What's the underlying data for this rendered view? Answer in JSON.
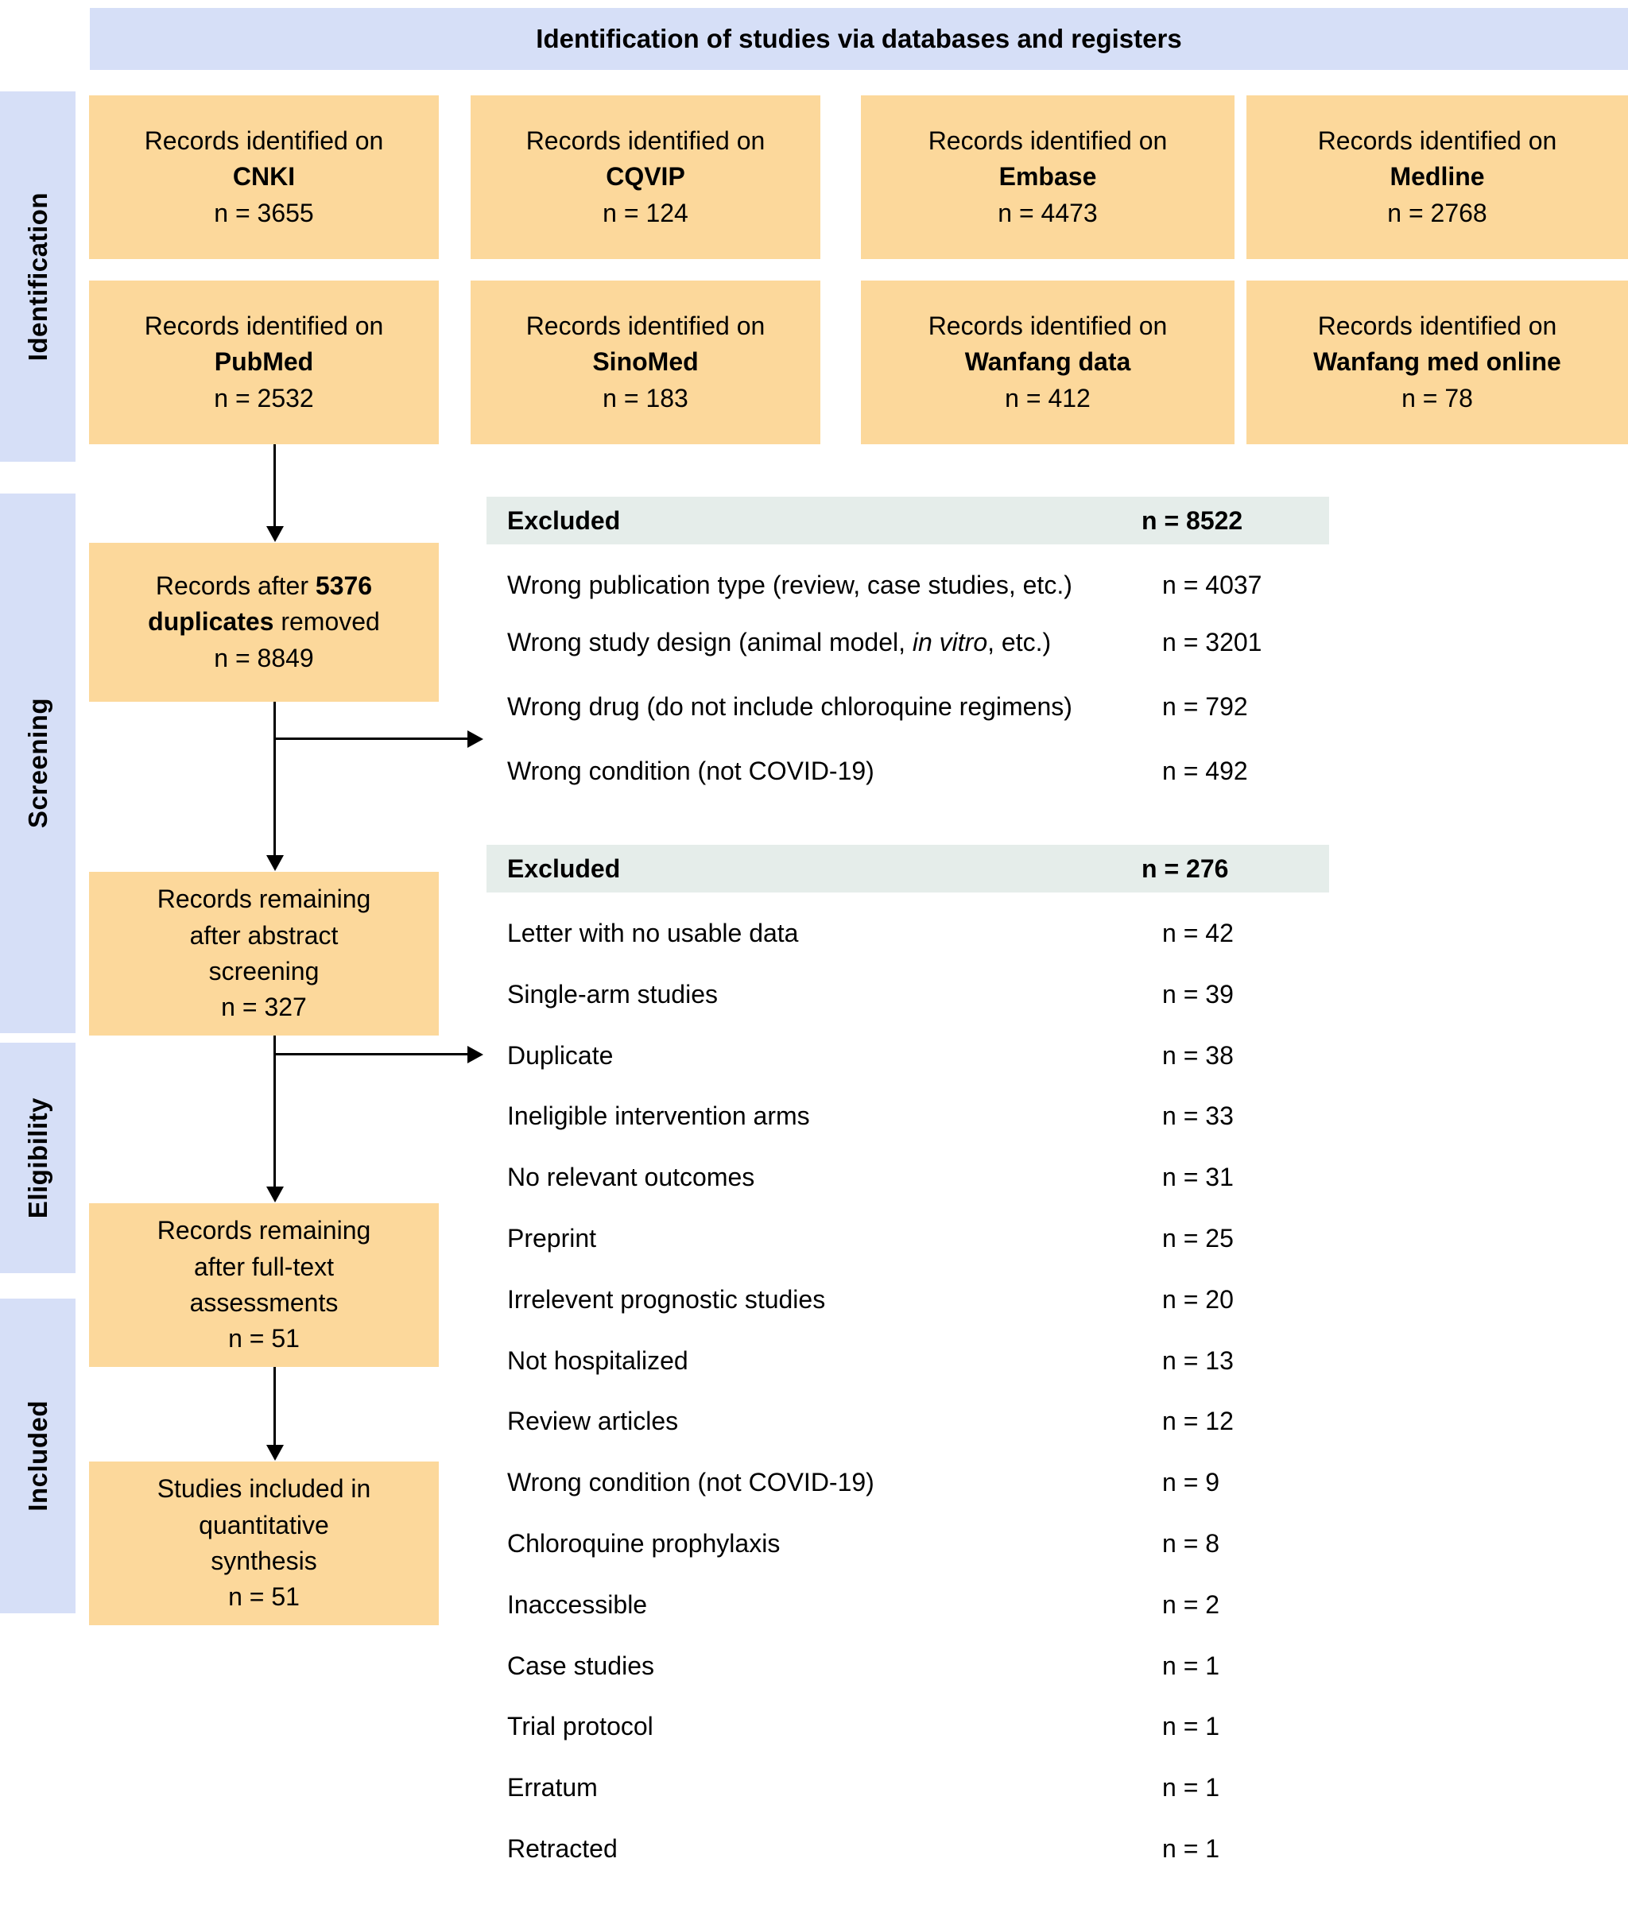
{
  "banner": {
    "title": "Identification of studies via databases and registers"
  },
  "stages": [
    {
      "key": "identification",
      "label": "Identification"
    },
    {
      "key": "screening",
      "label": "Screening"
    },
    {
      "key": "eligibility",
      "label": "Eligibility"
    },
    {
      "key": "included",
      "label": "Included"
    }
  ],
  "colors": {
    "stage_rail": "#D6DFF7",
    "banner": "#D6DFF7",
    "record_box": "#FCD89B",
    "excluded_header": "#E5EDEA",
    "connector": "#000000",
    "text": "#000000"
  },
  "sources": [
    {
      "prefix": "Records identified on",
      "name": "CNKI",
      "n": "n = 3655"
    },
    {
      "prefix": "Records identified on",
      "name": "CQVIP",
      "n": "n = 124"
    },
    {
      "prefix": "Records identified on",
      "name": "Embase",
      "n": "n = 4473"
    },
    {
      "prefix": "Records identified on",
      "name": "Medline",
      "n": "n = 2768"
    },
    {
      "prefix": "Records identified on",
      "name": "PubMed",
      "n": "n = 2532"
    },
    {
      "prefix": "Records identified on",
      "name": "SinoMed",
      "n": "n = 183"
    },
    {
      "prefix": "Records identified on",
      "name": "Wanfang data",
      "n": "n = 412"
    },
    {
      "prefix": "Records identified on",
      "name": "Wanfang med online",
      "n": "n = 78"
    }
  ],
  "flow": {
    "duplicates": {
      "line1_a": "Records after ",
      "line1_b": "5376",
      "line2_a": "duplicates",
      "line2_b": " removed",
      "n": "n = 8849"
    },
    "abstract_screening": {
      "line1": "Records remaining",
      "line2": "after abstract",
      "line3": "screening",
      "n": "n = 327"
    },
    "fulltext": {
      "line1": "Records remaining",
      "line2": "after full-text",
      "line3": "assessments",
      "n": "n = 51"
    },
    "included": {
      "line1": "Studies included in",
      "line2": "quantitative",
      "line3": "synthesis",
      "n": "n = 51"
    }
  },
  "excluded_screening": {
    "header_label": "Excluded",
    "header_n": "n = 8522",
    "rows": [
      {
        "label": "Wrong publication type (review, case studies, etc.)",
        "n": "n = 4037"
      },
      {
        "label": "Wrong study design (animal model, in vitro, etc.)",
        "n": "n = 3201",
        "italic": "in vitro"
      },
      {
        "label": "Wrong drug (do not include chloroquine regimens)",
        "n": "n = 792"
      },
      {
        "label": "Wrong condition (not COVID-19)",
        "n": "n = 492"
      }
    ]
  },
  "excluded_fulltext": {
    "header_label": "Excluded",
    "header_n": "n = 276",
    "rows": [
      {
        "label": "Letter with no usable data",
        "n": "n = 42"
      },
      {
        "label": "Single-arm studies",
        "n": "n = 39"
      },
      {
        "label": "Duplicate",
        "n": "n = 38"
      },
      {
        "label": "Ineligible intervention arms",
        "n": "n = 33"
      },
      {
        "label": "No relevant outcomes",
        "n": "n = 31"
      },
      {
        "label": "Preprint",
        "n": "n = 25"
      },
      {
        "label": "Irrelevent prognostic studies",
        "n": "n = 20"
      },
      {
        "label": "Not hospitalized",
        "n": "n = 13"
      },
      {
        "label": "Review articles",
        "n": "n = 12"
      },
      {
        "label": "Wrong condition (not COVID-19)",
        "n": "n = 9"
      },
      {
        "label": "Chloroquine prophylaxis",
        "n": "n = 8"
      },
      {
        "label": "Inaccessible",
        "n": "n = 2"
      },
      {
        "label": "Case studies",
        "n": "n = 1"
      },
      {
        "label": "Trial protocol",
        "n": "n = 1"
      },
      {
        "label": "Erratum",
        "n": "n = 1"
      },
      {
        "label": "Retracted",
        "n": "n = 1"
      }
    ]
  }
}
